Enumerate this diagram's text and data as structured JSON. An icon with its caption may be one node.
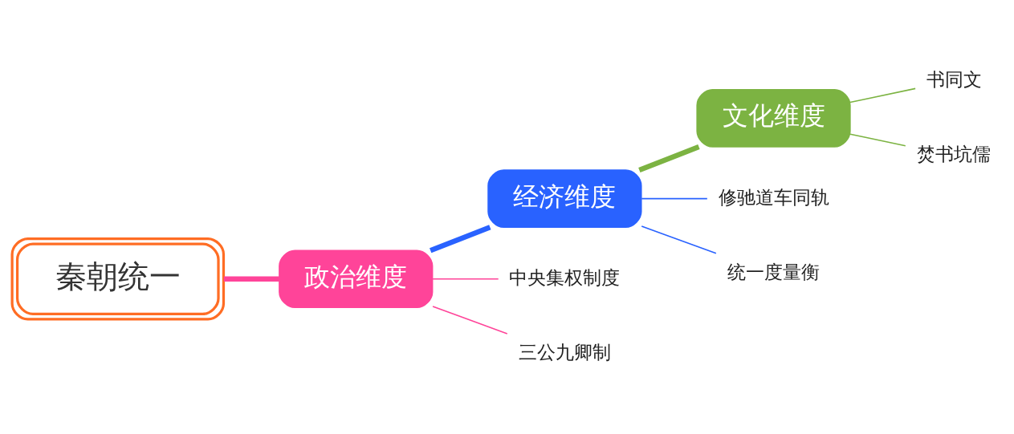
{
  "diagram": {
    "nodes": [
      {
        "text": [
          "秦朝统一"
        ]
      },
      {
        "text": [
          "政治维度"
        ]
      },
      {
        "text": [
          "经济维度"
        ]
      },
      {
        "text": [
          "文化维度"
        ]
      },
      {
        "text": [
          "中央集权制度"
        ]
      },
      {
        "text": [
          "三公九卿制"
        ]
      },
      {
        "text": [
          "修驰道车同轨"
        ]
      },
      {
        "text": [
          "统一度量衡"
        ]
      },
      {
        "text": [
          "书同文"
        ]
      },
      {
        "text": [
          "焚书坑儒"
        ]
      }
    ],
    "edges": [
      {
        "from": 0,
        "to": 1,
        "arrow": "none",
        "style": "thick",
        "color": "#ff4499"
      },
      {
        "from": 1,
        "to": 2,
        "arrow": "none",
        "style": "thick",
        "color": "#2962ff"
      },
      {
        "from": 2,
        "to": 3,
        "arrow": "none",
        "style": "thick",
        "color": "#7cb342"
      },
      {
        "from": 1,
        "to": 4,
        "arrow": "none",
        "color": "#ff4499"
      },
      {
        "from": 1,
        "to": 5,
        "arrow": "none",
        "color": "#ff4499"
      },
      {
        "from": 2,
        "to": 6,
        "arrow": "none",
        "color": "#2962ff"
      },
      {
        "from": 2,
        "to": 7,
        "arrow": "none",
        "color": "#2962ff"
      },
      {
        "from": 3,
        "to": 8,
        "arrow": "none",
        "color": "#7cb342"
      },
      {
        "from": 3,
        "to": 9,
        "arrow": "none",
        "color": "#7cb342"
      }
    ]
  }
}
